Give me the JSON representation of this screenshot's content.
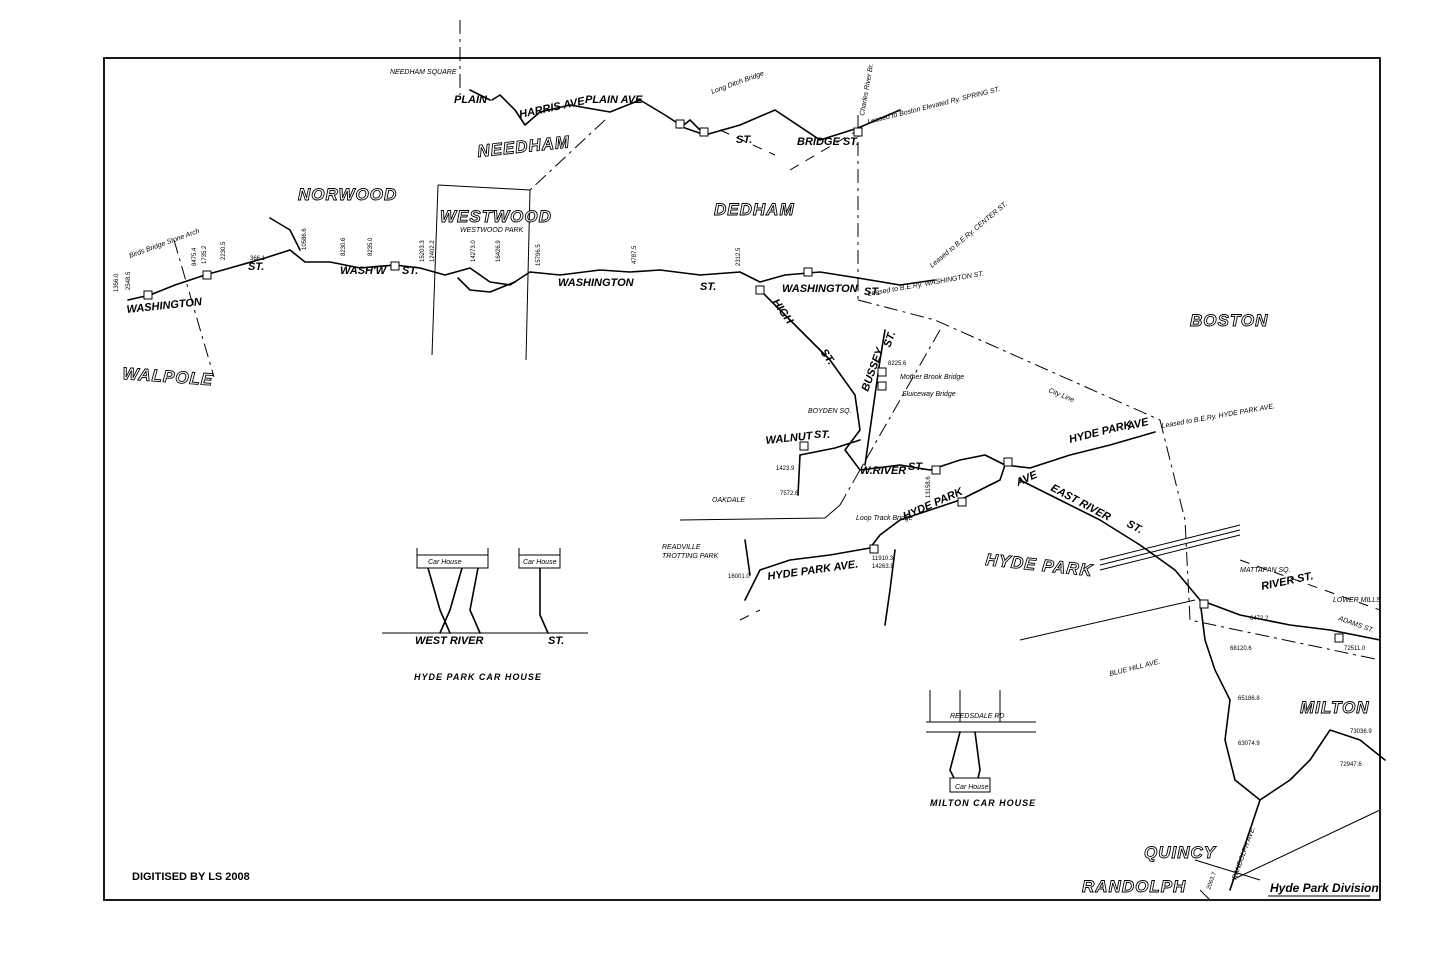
{
  "map": {
    "credit": "DIGITISED BY LS 2008",
    "division": "Hyde Park Division"
  },
  "towns": {
    "needham": "NEEDHAM",
    "norwood": "NORWOOD",
    "westwood": "WESTWOOD",
    "dedham": "DEDHAM",
    "walpole": "WALPOLE",
    "boston": "BOSTON",
    "hyde_park": "HYDE PARK",
    "milton": "MILTON",
    "quincy": "QUINCY",
    "randolph": "RANDOLPH"
  },
  "streets": {
    "washington_walpole": "WASHINGTON",
    "st_norwood": "ST.",
    "washw": "WASH'W",
    "st_norwood2": "ST.",
    "washington_dedham": "WASHINGTON",
    "st_dedham": "ST.",
    "washington_east": "WASHINGTON",
    "st_east": "ST.",
    "high": "HIGH",
    "st_high": "ST.",
    "bussey": "BUSSEY",
    "st_bussey": "ST.",
    "walnut": "WALNUT",
    "st_walnut": "ST.",
    "w_river": "W.RIVER",
    "st_wriver": "ST.",
    "hyde_park_ave_n": "HYDE PARK",
    "ave_n": "AVE",
    "hyde_park_ave_s": "HYDE PARK",
    "ave_s": "AVE",
    "east_river": "EAST RIVER",
    "st_eriver": "ST.",
    "hyde_park_ave_readville": "HYDE PARK AVE.",
    "river_st": "RIVER ST.",
    "plain_ave": "PLAIN AVE",
    "plain": "PLAIN",
    "harris_ave": "HARRIS AVE",
    "bridge_st": "BRIDGE ST.",
    "st_needham": "ST."
  },
  "labels": {
    "needham_square": "NEEDHAM SQUARE",
    "westwood_park": "WESTWOOD PARK",
    "boyden_sq": "BOYDEN SQ.",
    "oakdale": "OAKDALE",
    "readville": "READVILLE",
    "trotting_park": "TROTTING PARK",
    "mattapan_sq": "MATTAPAN SQ.",
    "lower_mills": "LOWER MILLS",
    "adams_st": "ADAMS ST.",
    "city_line": "City Line",
    "mother_brook_bridge": "Mother Brook Bridge",
    "sluiceway_bridge": "Sluiceway Bridge",
    "loop_track_bridge": "Loop Track Bridge",
    "leased_bost_elev": "Leased to Boston Elevated Ry. SPRING ST.",
    "leased_bere_washington": "Leased to B.E.Ry. WASHINGTON ST.",
    "leased_bere_hyde_park": "Leased to B.E.Ry. HYDE PARK AVE.",
    "leased_bere_center": "Leased to B.E.Ry. CENTER ST.",
    "blue_hill_ave": "BLUE HILL AVE.",
    "long_ditch_bridge": "Long Ditch Bridge",
    "charles_river_br": "Charles River Br.",
    "birds_bridge": "Birds Bridge Stone Arch",
    "reedsdale_rd": "REEDSDALE RD",
    "randolph_ave": "RANDOLPH AVE."
  },
  "car_houses": {
    "hyde_park_caption": "HYDE PARK CAR HOUSE",
    "car_house_1": "Car House",
    "car_house_2": "Car House",
    "west_river": "WEST RIVER",
    "st": "ST.",
    "milton_caption": "MILTON CAR HOUSE",
    "milton_car_house": "Car House"
  },
  "mileposts": {
    "p1": "1356.0",
    "p2": "2548.5",
    "p3": "366.1",
    "p4": "8475.4",
    "p5": "1735.2",
    "p6": "2230.5",
    "p7": "10586.6",
    "p8": "8230.6",
    "p9": "8235.0",
    "p10": "15203.3",
    "p11": "12402.2",
    "p12": "14273.0",
    "p13": "16426.9",
    "p14": "15796.5",
    "p15": "4787.5",
    "p16": "2312.5",
    "p17": "13158.6",
    "p18": "8225.6",
    "p19": "6472.2",
    "p20": "72511.0",
    "p21": "68120.6",
    "p22": "73036.9",
    "p23": "72947.6",
    "p24": "65186.8",
    "p25": "63074.9",
    "p26": "1423.9",
    "p27": "7572.6",
    "p28": "16001.0",
    "p29": "11910.3",
    "p30": "14263.8",
    "p31": "2063.7"
  },
  "colors": {
    "ink": "#000000",
    "paper": "#ffffff"
  }
}
